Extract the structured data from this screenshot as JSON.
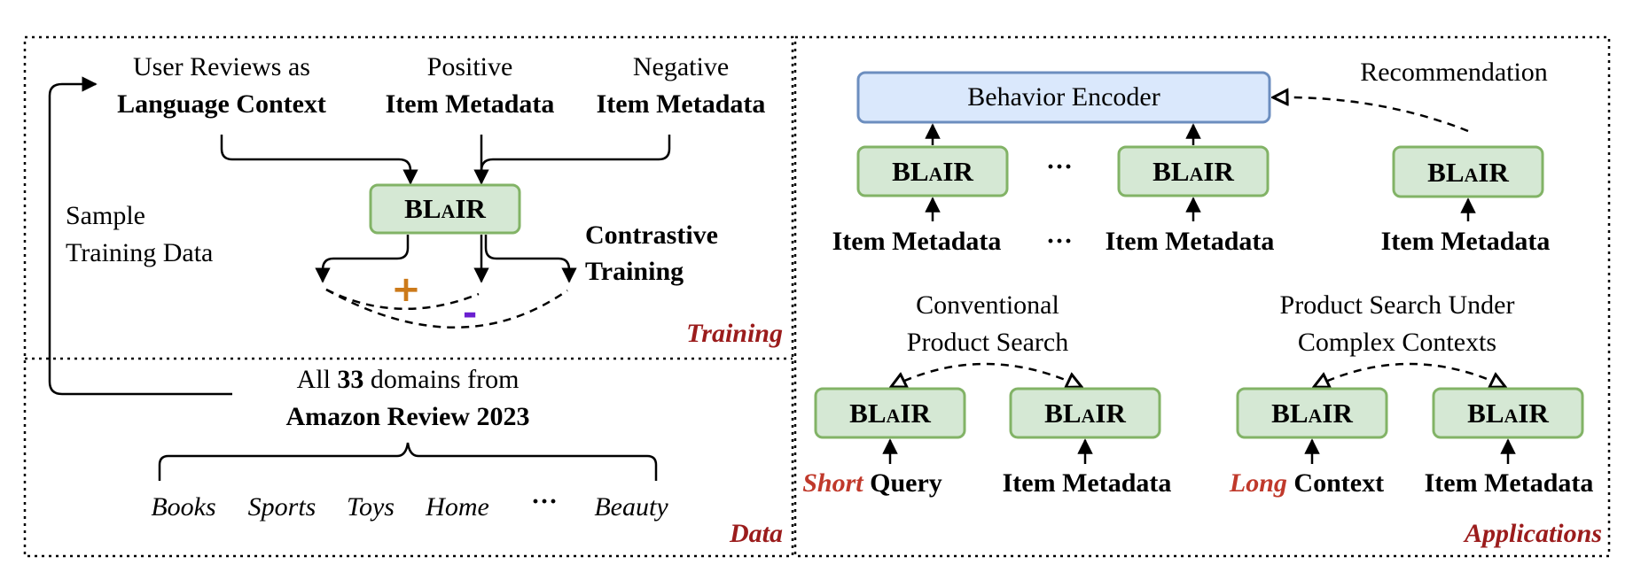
{
  "training": {
    "user_reviews_line1": "User Reviews as",
    "user_reviews_line2": "Language Context",
    "positive_line1": "Positive",
    "positive_line2": "Item Metadata",
    "negative_line1": "Negative",
    "negative_line2": "Item Metadata",
    "sample_line1": "Sample",
    "sample_line2": "Training Data",
    "contrastive_line1": "Contrastive",
    "contrastive_line2": "Training",
    "plus": "+",
    "minus": "-",
    "section_label": "Training"
  },
  "blair": {
    "part1": "BL",
    "part2": "A",
    "part3": "IR"
  },
  "data": {
    "line1_prefix": "All ",
    "line1_number": "33",
    "line1_suffix": " domains from",
    "line2": "Amazon Review 2023",
    "domains": [
      "Books",
      "Sports",
      "Toys",
      "Home",
      "···",
      "Beauty"
    ],
    "section_label": "Data"
  },
  "applications": {
    "behavior_encoder": "Behavior Encoder",
    "recommendation": "Recommendation",
    "item_metadata": "Item Metadata",
    "ellipsis": "···",
    "conventional_line1": "Conventional",
    "conventional_line2": "Product Search",
    "complex_line1": "Product Search Under",
    "complex_line2": "Complex Contexts",
    "short_word": "Short",
    "query_word": " Query",
    "long_word": "Long",
    "context_word": " Context",
    "section_label": "Applications"
  },
  "colors": {
    "green_fill": "#d5e8d4",
    "green_stroke": "#82b366",
    "blue_fill": "#dae8fc",
    "blue_stroke": "#6c8ebf",
    "section_label": "#9b1c1c",
    "plus": "#cc7a1a",
    "minus": "#6a1fd0",
    "highlight_red": "#c0392b"
  }
}
